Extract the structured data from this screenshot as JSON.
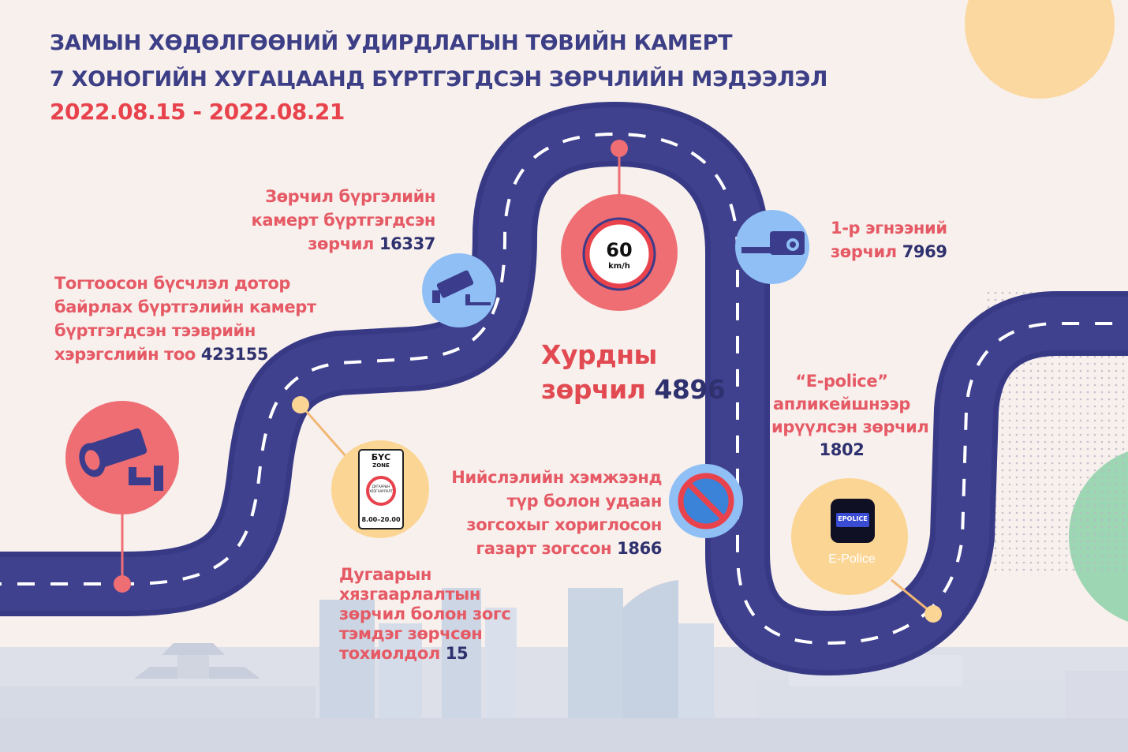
{
  "title": {
    "line1": "ЗАМЫН ХӨДӨЛГӨӨНИЙ УДИРДЛАГЫН ТӨВИЙН КАМЕРТ",
    "line2": "7 ХОНОГИЙН ХУГАЦААНД БҮРТГЭГДСЭН ЗӨРЧЛИЙН МЭДЭЭЛЭЛ",
    "date_range": "2022.08.15 - 2022.08.21"
  },
  "items": {
    "bus_lane": {
      "lines": [
        "Тогтоосон бүсчлэл дотор",
        "байрлах бүртгэлийн камерт",
        "бүртгэгдсэн тээврийн"
      ],
      "last_text": "хэрэгслийн тоо",
      "value": "423155"
    },
    "violation_camera": {
      "lines": [
        "Зөрчил бүргэлийн",
        "камерт бүртгэгдсэн"
      ],
      "last_text": "зөрчил",
      "value": "16337"
    },
    "speed": {
      "line1": "Хурдны",
      "last_text": "зөрчил",
      "value": "4896"
    },
    "lane_one": {
      "line1": "1-р эгнээний",
      "last_text": "зөрчил",
      "value": "7969"
    },
    "epolice_report": {
      "lines": [
        "“E-police”",
        "апликейшнээр",
        "ирүүлсэн зөрчил"
      ],
      "value": "1802"
    },
    "no_parking": {
      "lines": [
        "Нийслэлийн хэмжээнд",
        "түр болон удаан",
        "зогсохыг хориглосон"
      ],
      "last_text": "газарт зогссон",
      "value": "1866"
    },
    "plate_restriction": {
      "lines": [
        "Дугаарын",
        "хязгаарлалтын",
        "зөрчил болон зогс",
        "тэмдэг зөрчсөн"
      ],
      "last_text": "тохиолдол",
      "value": "15"
    }
  },
  "icons": {
    "speed_sign_value": "60",
    "speed_sign_unit": "km/h",
    "bus_sign_title": "БҮС",
    "bus_sign_zone": "ZONE",
    "bus_sign_text1": "ДУГААРЫН",
    "bus_sign_text2": "ХЯЗГААРЛАЛТ",
    "bus_sign_hours": "8.00–20.00",
    "epolice_app_label": "E-Police",
    "epolice_logo_text": "EPOLICE"
  },
  "colors": {
    "road": "#3c3c8c",
    "title": "#3d3f86",
    "accent_red": "#e8434c",
    "circle_red": "#ee6e73",
    "circle_blue": "#8fbff5",
    "circle_yellow": "#fbd594",
    "circle_green": "#8fd0a8"
  }
}
